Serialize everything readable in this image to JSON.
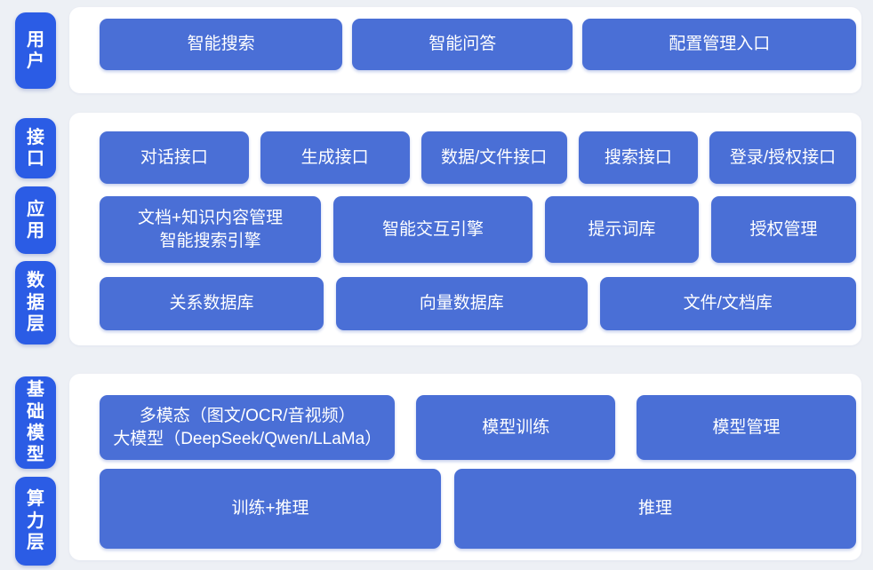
{
  "colors": {
    "background": "#edf0f5",
    "panel": "#ffffff",
    "layer_pill_blue": "#2b5ce5",
    "node_blue": "#4a6fd6",
    "text_white": "#ffffff"
  },
  "user_layer": {
    "label": "用户",
    "smart_search": "智能搜索",
    "smart_qa": "智能问答",
    "config_entry": "配置管理入口"
  },
  "interface_layer": {
    "label": "接口",
    "dialog_api": "对话接口",
    "generation_api": "生成接口",
    "data_file_api": "数据/文件接口",
    "search_api": "搜索接口",
    "login_auth_api": "登录/授权接口"
  },
  "application_layer": {
    "label": "应用",
    "doc_knowledge_line1": "文档+知识内容管理",
    "doc_knowledge_line2": "智能搜索引擎",
    "interaction_engine": "智能交互引擎",
    "prompt_library": "提示词库",
    "auth_management": "授权管理"
  },
  "data_layer": {
    "label": "数据层",
    "relational_db": "关系数据库",
    "vector_db": "向量数据库",
    "file_doc_store": "文件/文档库"
  },
  "foundation_model_layer": {
    "label": "基础模型",
    "multimodal_line1": "多模态（图文/OCR/音视频）",
    "multimodal_line2": "大模型（DeepSeek/Qwen/LLaMa）",
    "model_training": "模型训练",
    "model_management": "模型管理"
  },
  "compute_layer": {
    "label": "算力层",
    "train_plus_inference": "训练+推理",
    "inference": "推理"
  }
}
